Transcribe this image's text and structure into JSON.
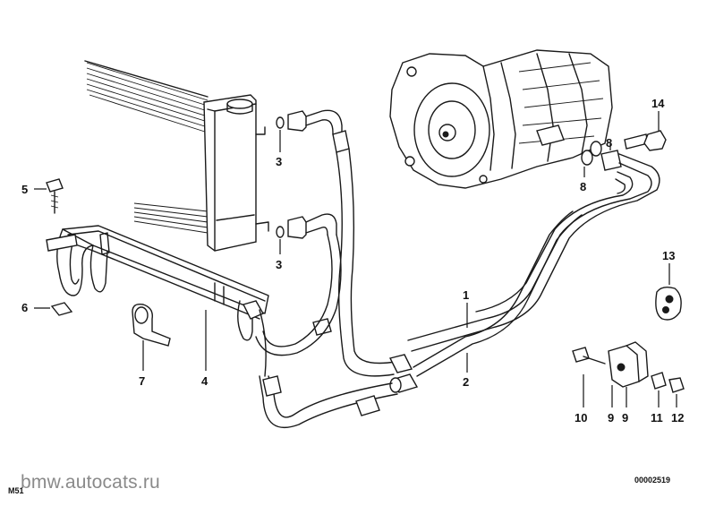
{
  "footer": {
    "model_code": "M51",
    "watermark": "bmw.autocats.ru",
    "diagram_id": "00002519"
  },
  "callouts": [
    {
      "id": "c1",
      "label": "1"
    },
    {
      "id": "c2",
      "label": "2"
    },
    {
      "id": "c3a",
      "label": "3"
    },
    {
      "id": "c3b",
      "label": "3"
    },
    {
      "id": "c4",
      "label": "4"
    },
    {
      "id": "c5",
      "label": "5"
    },
    {
      "id": "c6",
      "label": "6"
    },
    {
      "id": "c7",
      "label": "7"
    },
    {
      "id": "c8a",
      "label": "8"
    },
    {
      "id": "c8b",
      "label": "8"
    },
    {
      "id": "c9a",
      "label": "9"
    },
    {
      "id": "c9b",
      "label": "9"
    },
    {
      "id": "c10",
      "label": "10"
    },
    {
      "id": "c11",
      "label": "11"
    },
    {
      "id": "c12",
      "label": "12"
    },
    {
      "id": "c13",
      "label": "13"
    },
    {
      "id": "c14",
      "label": "14"
    }
  ]
}
